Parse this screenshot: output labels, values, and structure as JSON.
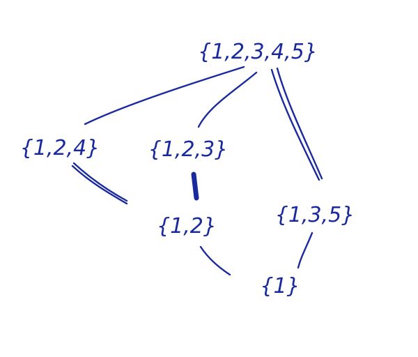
{
  "ink_color": "#1a2a9c",
  "paper_color": "#ffffff",
  "nodes": {
    "top": "{1,2,3,4,5}",
    "left": "{1,2,4}",
    "middle": "{1,2,3}",
    "lower_left": "{1,2}",
    "lower_right": "{1,3,5}",
    "bottom": "{1}"
  },
  "edges": [
    {
      "from": "top",
      "to": "left"
    },
    {
      "from": "top",
      "to": "middle"
    },
    {
      "from": "top",
      "to": "lower_right"
    },
    {
      "from": "left",
      "to": "lower_left"
    },
    {
      "from": "middle",
      "to": "lower_left"
    },
    {
      "from": "lower_left",
      "to": "bottom"
    },
    {
      "from": "lower_right",
      "to": "bottom"
    }
  ]
}
